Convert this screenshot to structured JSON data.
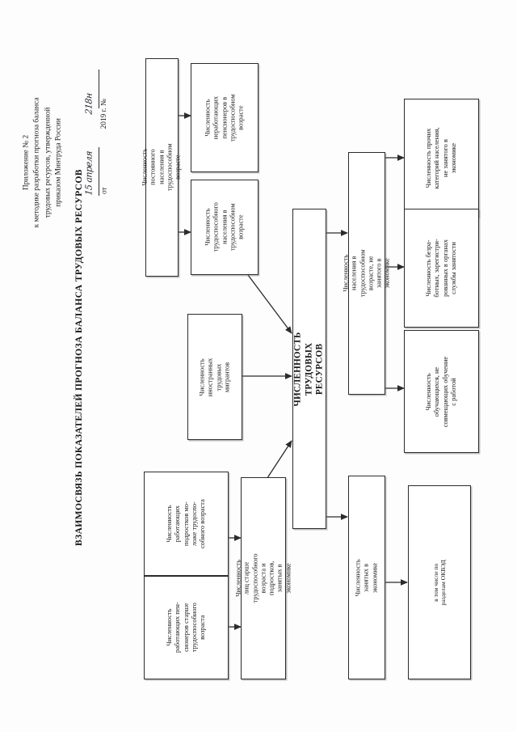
{
  "document": {
    "header_lines": "Приложение № 2\nк методике разработки прогноза баланса\nтрудовых ресурсов, утвержденной\nприказом Минтруда России",
    "date_prefix": "от",
    "date_handwritten": "15 апреля",
    "date_year": "2019 г. №",
    "number_handwritten": "218н",
    "title": "ВЗАИМОСВЯЗЬ ПОКАЗАТЕЛЕЙ ПРОГНОЗА БАЛАНСА ТРУДОВЫХ РЕСУРСОВ"
  },
  "diagram": {
    "type": "flowchart",
    "orientation": "rotated-90-ccw",
    "nodes": [
      {
        "id": "perm_pop",
        "label": "Численность постоянного населения в\nтрудоспособном возрасте"
      },
      {
        "id": "nonwork_pens",
        "label": "Численность\nнеработающих\nпенсионеров  в\nтрудоспособном\nвозрасте"
      },
      {
        "id": "able_pop",
        "label": "Численность\nтрудоспособного\nнаселения в\nтрудоспособном\nвозрасте"
      },
      {
        "id": "migrants",
        "label": "Численность иностранных\nтрудовых мигрантов"
      },
      {
        "id": "work_teens",
        "label": "Численность\nработающих\nподростков мо-\nложе трудоспо-\nсобного возраста"
      },
      {
        "id": "work_pens",
        "label": "Численность\nработающих пен-\nсионеров старше\nтрудоспособного\nвозраста"
      },
      {
        "id": "older_teens_emp",
        "label": "Численность лиц старше\nтрудоспособного возраста и\nподростков, занятых в экономике"
      },
      {
        "id": "labor_total",
        "label": "ЧИСЛЕННОСТЬ ТРУДОВЫХ РЕСУРСОВ"
      },
      {
        "id": "not_employed",
        "label": "Численность населения в трудоспособном\nвозрасте, не занятого в экономике"
      },
      {
        "id": "other_cats",
        "label": "Численность прочих\nкатегорий населения,\nне занятого в\nэкономике"
      },
      {
        "id": "unemployed",
        "label": "Численность безра-\nботных, зарегистри-\nрованных в органах\nслужбы занятости"
      },
      {
        "id": "students",
        "label": "Численность\nобучающихся, не\nсовмещающих обучение\nс работой"
      },
      {
        "id": "employed",
        "label": "Численность занятых в экономике"
      },
      {
        "id": "okved",
        "label": "в том числе по разделам ОКВЭД"
      }
    ],
    "edges": [
      {
        "from": "perm_pop",
        "to": "nonwork_pens"
      },
      {
        "from": "perm_pop",
        "to": "able_pop"
      },
      {
        "from": "able_pop",
        "to": "labor_total"
      },
      {
        "from": "migrants",
        "to": "labor_total"
      },
      {
        "from": "work_teens",
        "to": "older_teens_emp"
      },
      {
        "from": "work_pens",
        "to": "older_teens_emp"
      },
      {
        "from": "older_teens_emp",
        "to": "labor_total"
      },
      {
        "from": "labor_total",
        "to": "not_employed"
      },
      {
        "from": "labor_total",
        "to": "employed"
      },
      {
        "from": "not_employed",
        "to": "other_cats"
      },
      {
        "from": "not_employed",
        "to": "unemployed"
      },
      {
        "from": "not_employed",
        "to": "students"
      },
      {
        "from": "employed",
        "to": "okved"
      }
    ]
  },
  "colors": {
    "ink": "#2b2b2b",
    "paper": "#fdfdfd"
  }
}
